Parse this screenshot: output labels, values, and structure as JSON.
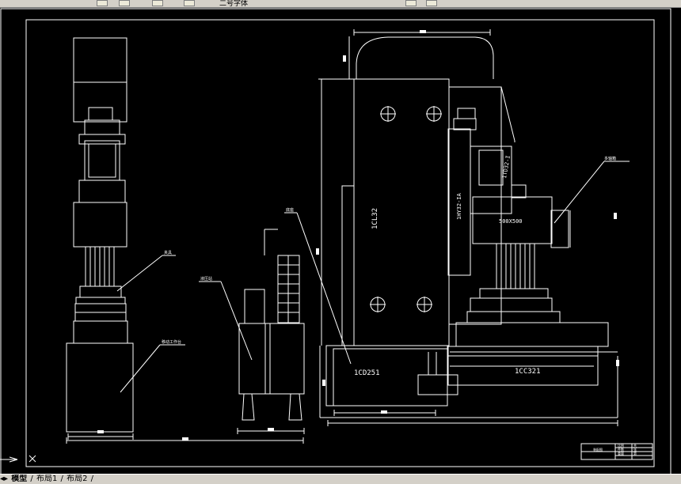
{
  "toolbar": {
    "layer_name": "二号字体"
  },
  "drawing": {
    "labels": {
      "upright_column": "1CL32",
      "power_head": "1HY32-IA",
      "spindle_box_size": "500X500",
      "drive_unit": "1TD32-I",
      "bed": "1CD251",
      "slide_table": "1CC321"
    },
    "callouts": {
      "fixture": "夹具",
      "hydraulic_station": "液压站",
      "clamping_table": "移动工作台",
      "base": "底座",
      "multi_spindle_box": "多轴箱"
    },
    "title_block": {
      "title": "装配图",
      "cells": [
        "比例",
        "件数",
        "重量",
        "共",
        "张",
        "第"
      ]
    }
  },
  "tabs": {
    "model": "模型",
    "layout1": "布局1",
    "layout2": "布局2"
  }
}
